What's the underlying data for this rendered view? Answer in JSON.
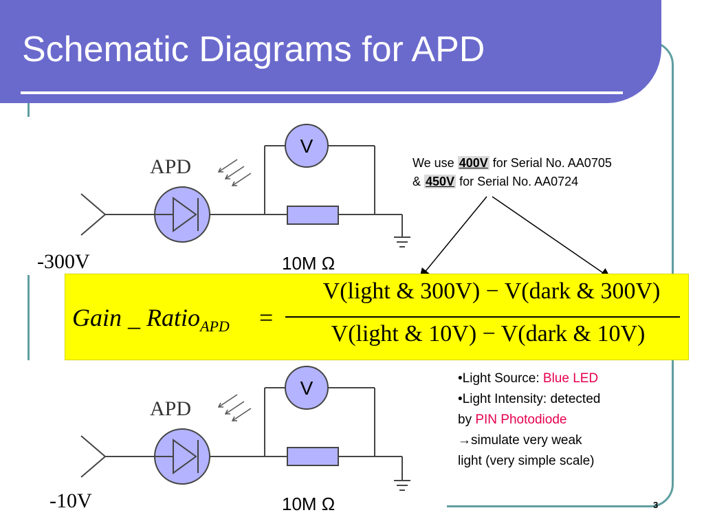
{
  "slide": {
    "title": "Schematic Diagrams for APD",
    "page_number": "3"
  },
  "circuits": [
    {
      "apd_label": "APD",
      "voltmeter_label": "V",
      "resistor_label": "10M Ω",
      "bias_voltage": "-300V"
    },
    {
      "apd_label": "APD",
      "voltmeter_label": "V",
      "resistor_label": "10M Ω",
      "bias_voltage": "-10V"
    }
  ],
  "serial_note": {
    "line1_prefix": "We use ",
    "line1_voltage": "400V",
    "line1_suffix": " for Serial No. AA0705",
    "line2_prefix": "& ",
    "line2_voltage": "450V",
    "line2_suffix": " for Serial No. AA0724"
  },
  "formula": {
    "lhs": "Gain _ Ratio",
    "lhs_sub": "APD",
    "equals": "=",
    "numerator": "V(light & 300V) − V(dark & 300V)",
    "denominator": "V(light & 10V) − V(dark & 10V)"
  },
  "info": {
    "line1_prefix": "•Light Source: ",
    "line1_value": "Blue LED",
    "line2": "•Light Intensity: detected",
    "line3_prefix": "by ",
    "line3_value": "PIN Photodiode",
    "line4": "→simulate very weak",
    "line5": "light (very simple scale)"
  },
  "colors": {
    "title_bar": "#6a6acd",
    "frame_border": "#5f9ea0",
    "formula_box": "#ffff00",
    "highlight_red": "#e6004d",
    "component_fill": "#b3b3ff"
  }
}
